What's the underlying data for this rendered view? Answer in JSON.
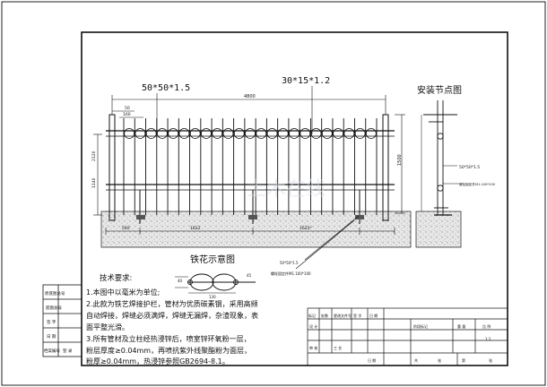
{
  "dimensions": {
    "post_size": "50*50*1.5",
    "bar_size": "30*15*1.2",
    "overall_length": "4800",
    "top_offset": "50",
    "side_offset": "160",
    "height": "1500",
    "bottom_height": "1140",
    "left_gap": "2120",
    "base_left": "540",
    "base_mid": "1622",
    "base_mid2": "1622*",
    "node_post": "50*50*1.5",
    "node_label": "螺栓固定件M1.100*100",
    "foot_label": "50*50*1.5",
    "foot_label2": "螺栓固定件M1.100*100"
  },
  "titles": {
    "node_detail": "安装节点图",
    "ornament": "铁花示意图",
    "ornament_dim_left": "40",
    "ornament_dim_right": "45",
    "ornament_dim_bottom": "130"
  },
  "notes": {
    "heading": "技术要求:",
    "lines": [
      "1.本图中以毫米为单位;",
      "2.此款为铁艺焊接护栏，管材为优质碳素钢，采用高频",
      "自动焊接，焊缝必须满焊，焊缝无漏焊，杂渣现象，表",
      "面平整光滑。",
      "3.所有管材及立柱经热浸锌后，喷室锌环氧粉一层，",
      "粉层厚度≥0.04mm，再喷抗紫外线聚酯粉为面层，",
      "粉厚≥0.04mm，热浸锌参照GB2694-8.1。"
    ]
  },
  "left_table": {
    "rows": [
      "原底图总号",
      "底图总号",
      "签 字",
      "日 期"
    ],
    "footer_left": "档案编号",
    "footer_right": "登 录"
  },
  "title_block": {
    "header": [
      "标记",
      "处数",
      "更改文件号",
      "签 字",
      "日 期"
    ],
    "rows_left": [
      "设 计",
      "",
      "审 核",
      "工 艺"
    ],
    "right_header": [
      "阶段标记",
      "重 量",
      "比 例"
    ],
    "scale": "1:1",
    "approve": "日 期",
    "bottom": [
      "共",
      "张",
      "第",
      "张"
    ]
  },
  "watermark": "土木在线"
}
